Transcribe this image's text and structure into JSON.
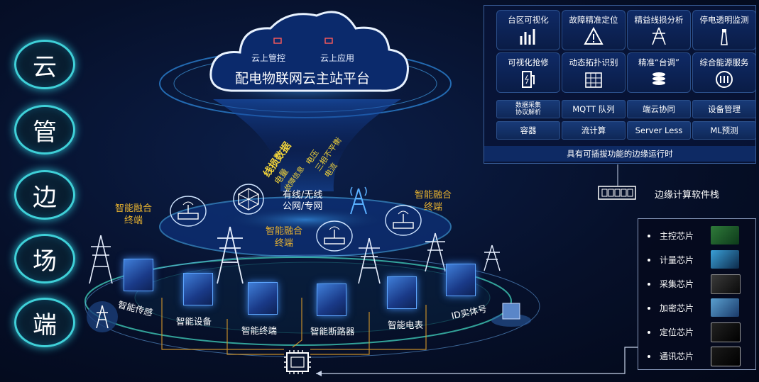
{
  "left_labels": [
    "云",
    "管",
    "边",
    "场",
    "端"
  ],
  "cloud": {
    "title": "配电物联网云主站平台",
    "sub_left": "云上管控",
    "sub_right": "云上应用"
  },
  "funnel_text": [
    "线损数据",
    "电量",
    "故障信息",
    "电压",
    "三相不平衡",
    "电流"
  ],
  "network": {
    "line1": "有线/无线",
    "line2": "公网/专网"
  },
  "fusion_label": "智能融合\n终端",
  "apps": [
    {
      "label": "台区可视化",
      "icon": "bar-chart-icon"
    },
    {
      "label": "故障精准定位",
      "icon": "warning-icon"
    },
    {
      "label": "精益线损分析",
      "icon": "tower-icon"
    },
    {
      "label": "停电透明监测",
      "icon": "lighthouse-icon"
    },
    {
      "label": "可视化抢修",
      "icon": "charger-icon"
    },
    {
      "label": "动态拓扑识别",
      "icon": "building-icon"
    },
    {
      "label": "精准“台调”",
      "icon": "coins-icon"
    },
    {
      "label": "综合能源服务",
      "icon": "gearbox-icon"
    }
  ],
  "edge_services": [
    "数据采集\n协议解析",
    "MQTT 队列",
    "端云协同",
    "设备管理",
    "容器",
    "流计算",
    "Server Less",
    "ML预测"
  ],
  "runtime_label": "具有可插拔功能的边缘运行时",
  "edge_stack_label": "边缘计算软件栈",
  "chips": [
    "主控芯片",
    "计量芯片",
    "采集芯片",
    "加密芯片",
    "定位芯片",
    "通讯芯片"
  ],
  "devices": [
    "智能传感",
    "智能设备",
    "智能终端",
    "智能断路器",
    "智能电表",
    "ID实体号"
  ],
  "colors": {
    "accent": "#3fd0d8",
    "gold": "#e7b230",
    "panel": "#0e2a64"
  }
}
